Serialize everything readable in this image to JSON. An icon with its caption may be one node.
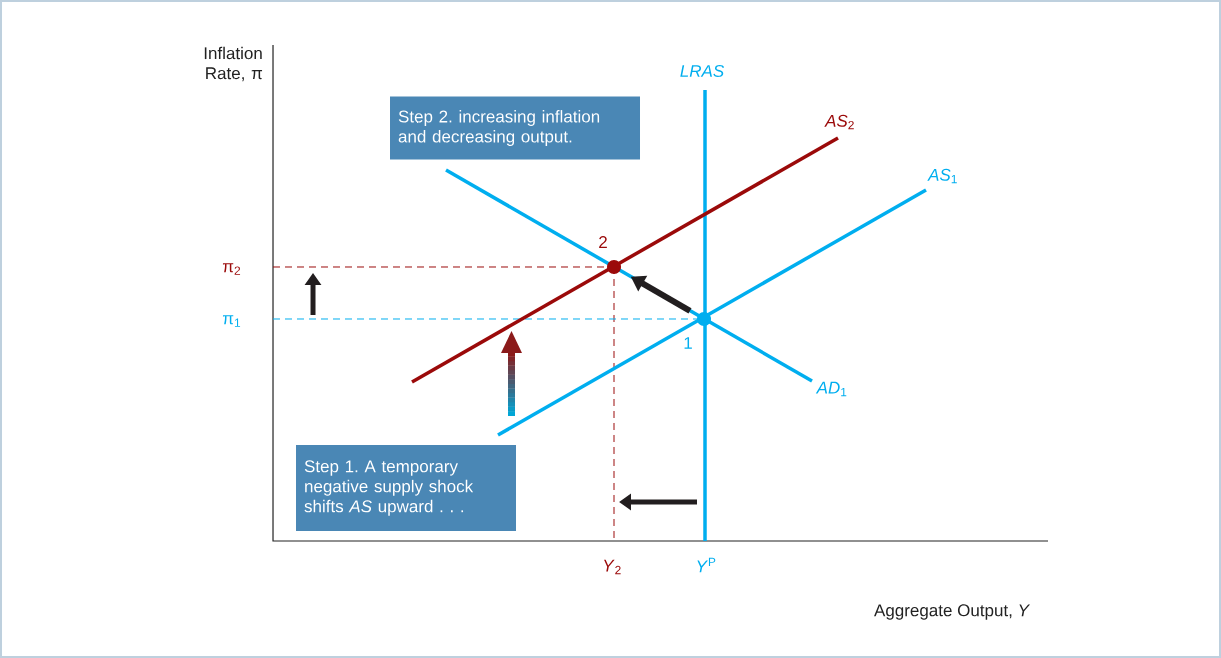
{
  "diagram": {
    "nodes": [
      {
        "text": [
          "Step 2. increasing inflation and decreasing output."
        ]
      },
      {
        "text": [],
        "shape": "circle",
        "beside": [
          "2"
        ]
      },
      {
        "text": [],
        "shape": "circle",
        "beside": [
          "1"
        ]
      },
      {
        "text": [
          "Step 1. A temporary negative supply shock shifts *AS* upward . . ."
        ]
      }
    ],
    "edges": [
      {
        "from": 2,
        "to": 1,
        "arrow": "to"
      }
    ],
    "labels": [
      "Inflation Rate, π",
      "*LRAS*",
      "*AS*$_{2}$",
      "*AS*$_{1}$",
      "π$_{2}$",
      "π$_{1}$",
      "*AD*$_{1}$",
      "*Y*$_{2}$",
      "*Y*$^{P}$",
      "Aggregate Output, *Y*"
    ]
  }
}
